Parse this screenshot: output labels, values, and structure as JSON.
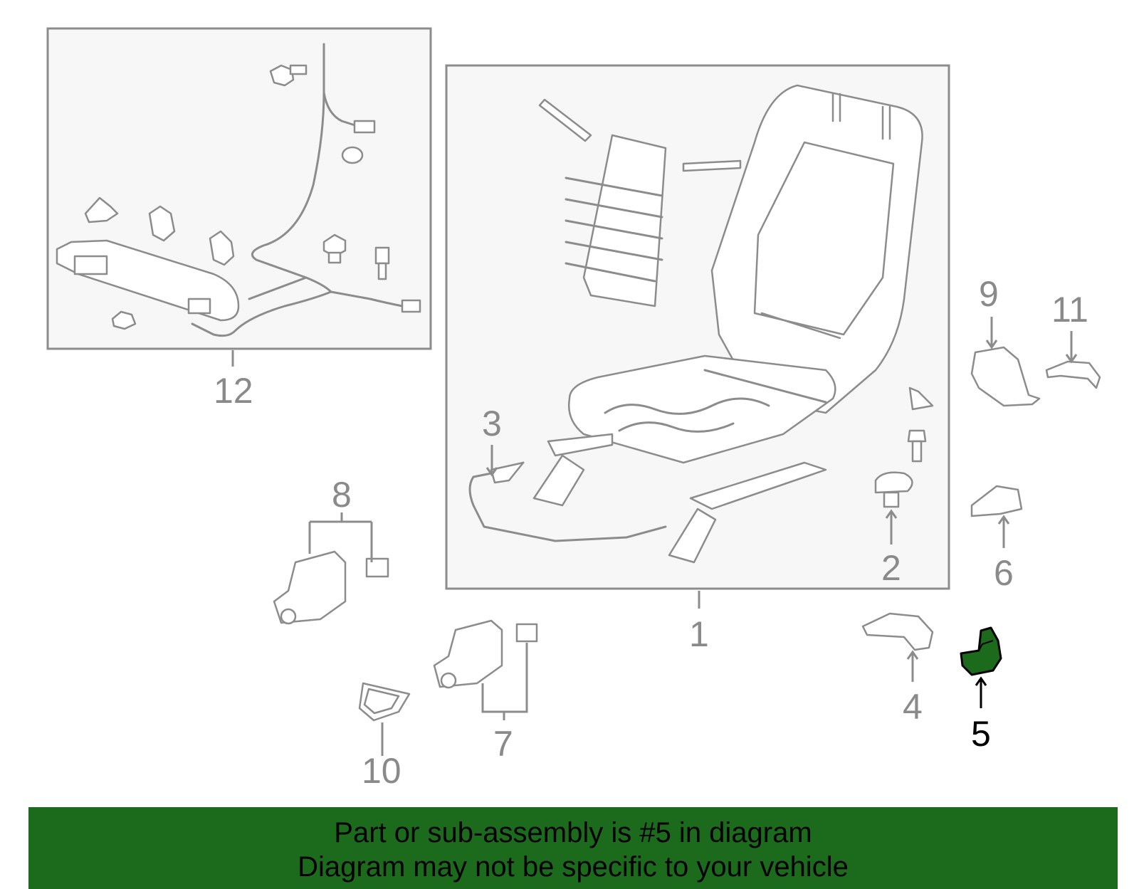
{
  "diagram": {
    "callouts": {
      "c1": "1",
      "c2": "2",
      "c3": "3",
      "c4": "4",
      "c5": "5",
      "c6": "6",
      "c7": "7",
      "c8": "8",
      "c9": "9",
      "c10": "10",
      "c11": "11",
      "c12": "12"
    },
    "highlighted_part": "5"
  },
  "colors": {
    "highlight": "#1c6b1c",
    "line": "#8c8c8c",
    "box_fill": "#f7f7f7"
  },
  "banner": {
    "line1": "Part or sub-assembly is #5 in diagram",
    "line2": "Diagram may not be specific to your vehicle"
  }
}
